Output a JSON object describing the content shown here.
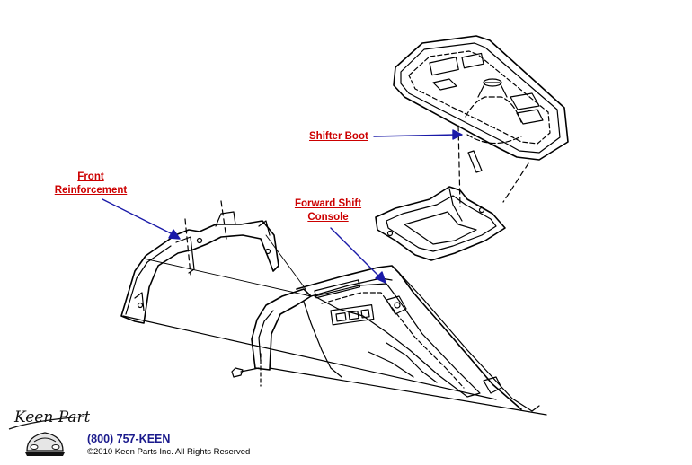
{
  "labels": {
    "shifter_boot": "Shifter Boot",
    "front_reinforcement_line1": "Front",
    "front_reinforcement_line2": "Reinforcement",
    "forward_shift_line1": "Forward Shift",
    "forward_shift_line2": "Console"
  },
  "footer": {
    "brand": "Keen Parts",
    "phone": "(800) 757-KEEN",
    "copyright": "©2010 Keen Parts Inc. All Rights Reserved"
  },
  "colors": {
    "label": "#cc0000",
    "arrow": "#1a1aa8",
    "line": "#000000"
  }
}
